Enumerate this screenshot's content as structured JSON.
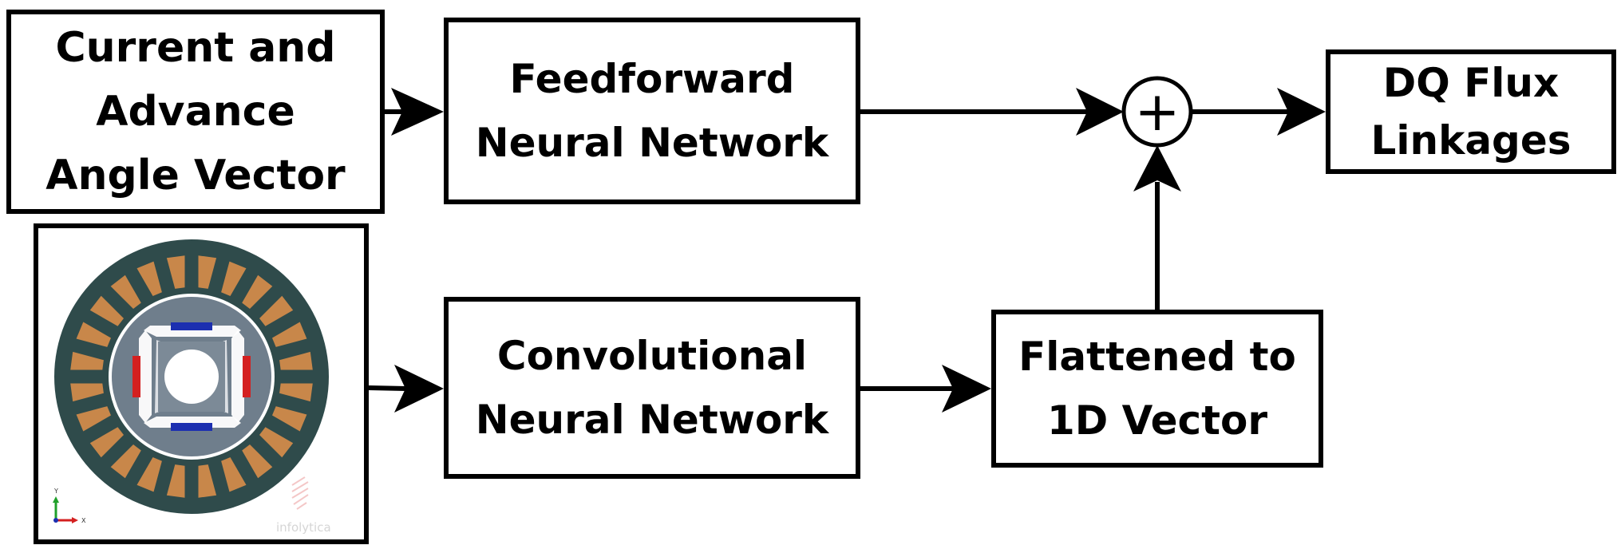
{
  "boxes": {
    "input_vector": {
      "lines": [
        "Current and",
        "Advance",
        "Angle Vector"
      ]
    },
    "feedforward": {
      "lines": [
        "Feedforward",
        "Neural Network"
      ]
    },
    "convolutional": {
      "lines": [
        "Convolutional",
        "Neural Network"
      ]
    },
    "flattened": {
      "lines": [
        "Flattened to",
        "1D Vector"
      ]
    },
    "output": {
      "lines": [
        "DQ Flux",
        "Linkages"
      ]
    }
  },
  "summation_symbol": "+",
  "motor_image": {
    "axis_y_label": "Y",
    "axis_x_label": "X",
    "watermark": "infolytica"
  },
  "colors": {
    "stator": "#2f4b4b",
    "rotor": "#6f7e8c",
    "winding": "#c8874a",
    "magnet_red": "#d42020",
    "magnet_blue": "#1c2fb0"
  }
}
